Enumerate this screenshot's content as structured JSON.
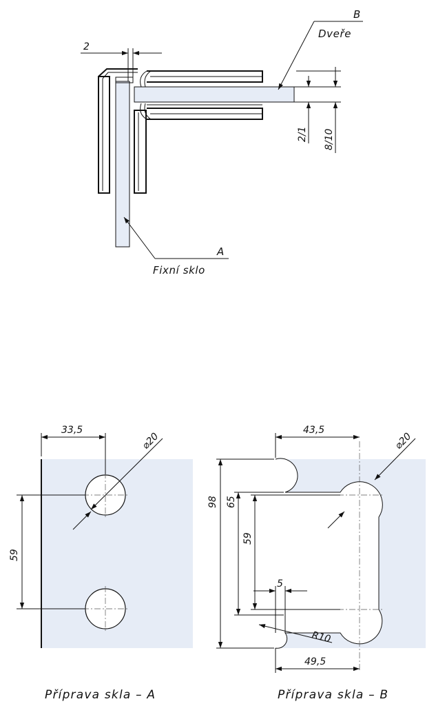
{
  "top_view": {
    "label_b_letter": "B",
    "label_b_text": "Dveře",
    "label_a_letter": "A",
    "label_a_text": "Fixní sklo",
    "dim_gap": "2",
    "dim_door_offset": "2/1",
    "dim_door_thickness": "8/10"
  },
  "glass_a": {
    "dim_hole_offset": "33,5",
    "dim_hole_diameter": "⌀20",
    "dim_hole_spacing": "59",
    "caption": "Příprava skla – A"
  },
  "glass_b": {
    "dim_cut_width": "43,5",
    "dim_diameter": "⌀20",
    "dim_total_height": "98",
    "dim_inner_height": "65",
    "dim_hole_spacing": "59",
    "dim_step": "5",
    "dim_radius": "R10",
    "dim_bottom_width": "49,5",
    "caption": "Příprava skla – B"
  },
  "colors": {
    "glass_fill": "#e6ecf6",
    "line": "#111111"
  }
}
